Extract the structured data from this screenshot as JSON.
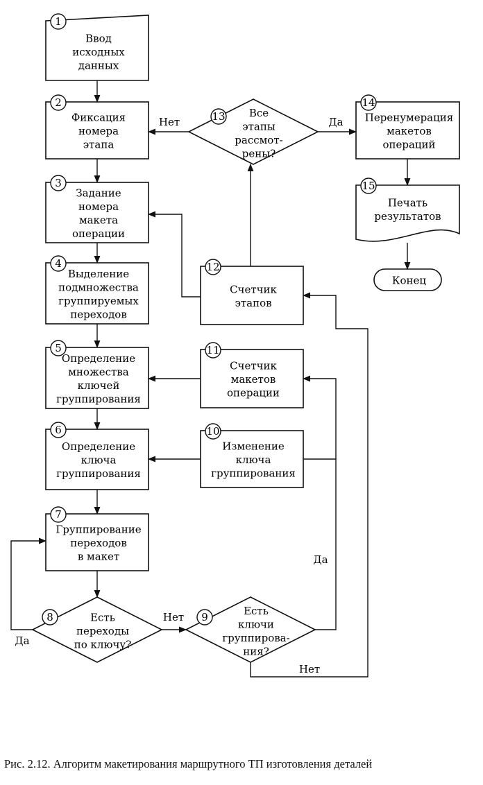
{
  "blocks": [
    {
      "id": "1",
      "lines": [
        "Ввод",
        "исходных",
        "данных"
      ]
    },
    {
      "id": "2",
      "lines": [
        "Фиксация",
        "номера",
        "этапа"
      ]
    },
    {
      "id": "3",
      "lines": [
        "Задание",
        "номера",
        "макета",
        "операции"
      ]
    },
    {
      "id": "4",
      "lines": [
        "Выделение",
        "подмножества",
        "группируемых",
        "переходов"
      ]
    },
    {
      "id": "5",
      "lines": [
        "Определение",
        "множества",
        "ключей",
        "группирования"
      ]
    },
    {
      "id": "6",
      "lines": [
        "Определение",
        "ключа",
        "группирования"
      ]
    },
    {
      "id": "7",
      "lines": [
        "Группирование",
        "переходов",
        "в макет"
      ]
    },
    {
      "id": "8",
      "lines": [
        "Есть",
        "переходы",
        "по ключу?"
      ]
    },
    {
      "id": "9",
      "lines": [
        "Есть",
        "ключи",
        "группирова-",
        "ния?"
      ]
    },
    {
      "id": "10",
      "lines": [
        "Изменение",
        "ключа",
        "группирования"
      ]
    },
    {
      "id": "11",
      "lines": [
        "Счетчик",
        "макетов",
        "операции"
      ]
    },
    {
      "id": "12",
      "lines": [
        "Счетчик",
        "этапов"
      ]
    },
    {
      "id": "13",
      "lines": [
        "Все",
        "этапы",
        "рассмот-",
        "рены?"
      ]
    },
    {
      "id": "14",
      "lines": [
        "Перенумерация",
        "макетов",
        "операций"
      ]
    },
    {
      "id": "15",
      "lines": [
        "Печать",
        "результатов"
      ]
    },
    {
      "id": "end",
      "lines": [
        "Конец"
      ]
    }
  ],
  "edge_labels": {
    "e13_no": "Нет",
    "e13_yes": "Да",
    "e8_yes": "Да",
    "e8_no": "Нет",
    "e9_yes": "Да",
    "e9_no": "Нет"
  },
  "caption": "Рис. 2.12. Алгоритм макетирования маршрутного ТП изготовления деталей"
}
